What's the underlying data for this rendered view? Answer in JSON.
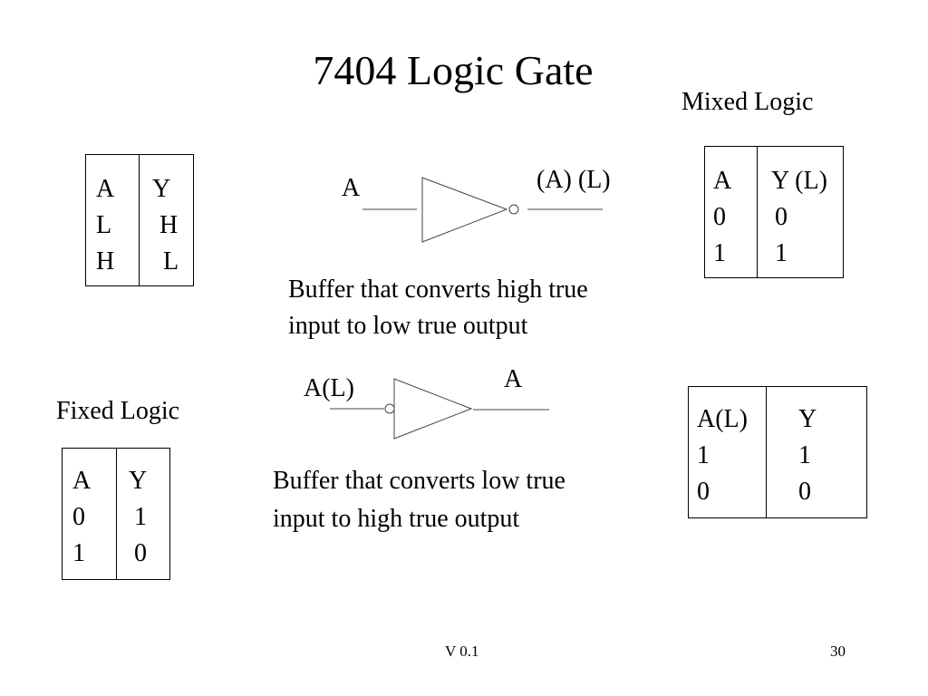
{
  "slide": {
    "title": "7404 Logic Gate",
    "mixed_logic_label": "Mixed Logic",
    "fixed_logic_label": "Fixed Logic",
    "footer_version": "V 0.1",
    "page_number": "30"
  },
  "table_hl": {
    "headers": [
      "A",
      "Y"
    ],
    "rows": [
      [
        "L",
        "H"
      ],
      [
        "H",
        "L"
      ]
    ]
  },
  "table_mixed": {
    "headers": [
      "A",
      "Y (L)"
    ],
    "rows": [
      [
        "0",
        "0"
      ],
      [
        "1",
        "1"
      ]
    ]
  },
  "table_fixed": {
    "headers": [
      "A",
      "Y"
    ],
    "rows": [
      [
        "0",
        "1"
      ],
      [
        "1",
        "0"
      ]
    ]
  },
  "table_low_in": {
    "headers": [
      "A(L)",
      "Y"
    ],
    "rows": [
      [
        "1",
        "1"
      ],
      [
        "0",
        "0"
      ]
    ]
  },
  "gate_top": {
    "input_label": "A",
    "output_label": "(A) (L)",
    "caption_line1": "Buffer that converts high true",
    "caption_line2": "input to low true output"
  },
  "gate_bottom": {
    "input_label": "A(L)",
    "output_label": "A",
    "caption_line1": "Buffer that converts low true",
    "caption_line2": "input to high true output"
  }
}
